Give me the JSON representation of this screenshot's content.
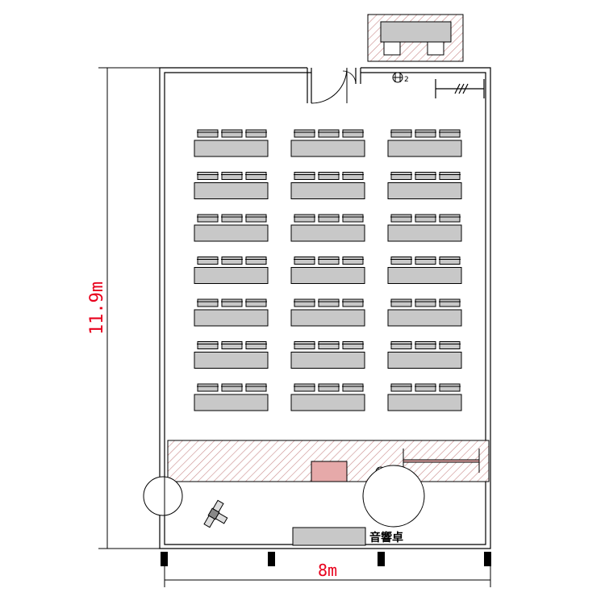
{
  "dimensions": {
    "depth_label": "11.9m",
    "width_label": "8m"
  },
  "labels": {
    "sound_desk": "音響卓"
  },
  "markers": {
    "speaker_number": "2"
  },
  "layout": {
    "desk_rows": 7,
    "desk_columns": 3,
    "chairs_per_desk": 3
  },
  "colors": {
    "dimension": "#e8001c",
    "desk_fill": "#c8c8c8",
    "hatch": "#c98a8a",
    "stage_block": "#e6a9a9",
    "wall": "#000000"
  }
}
